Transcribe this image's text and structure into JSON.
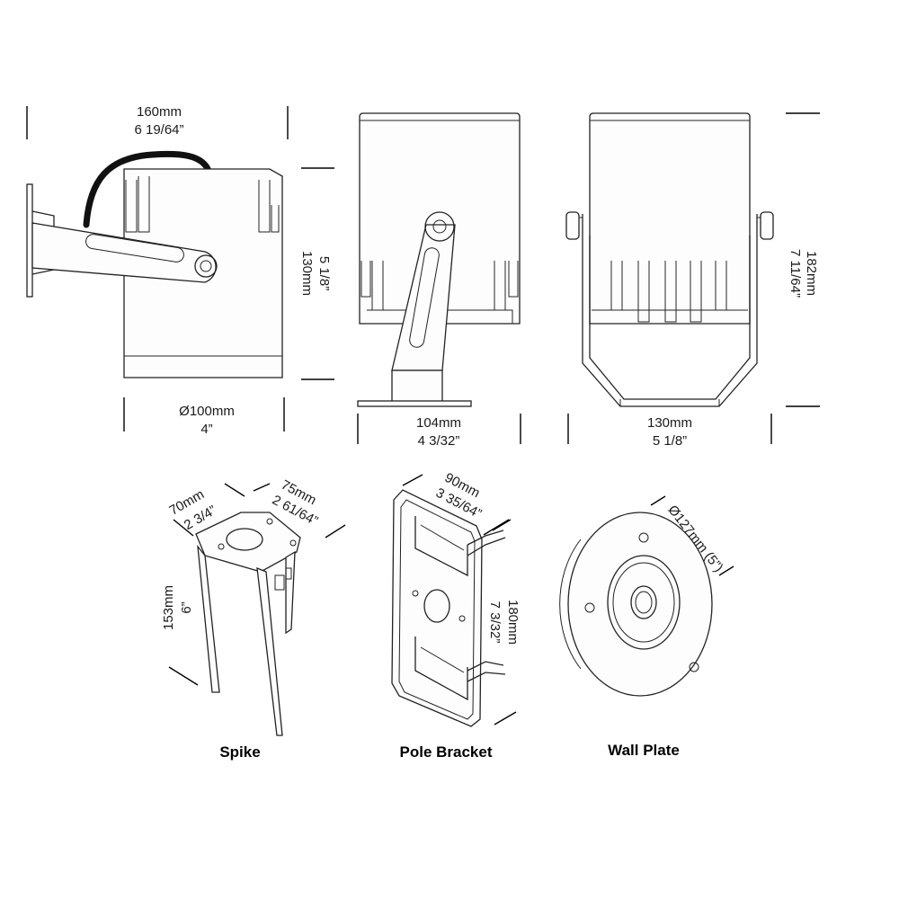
{
  "dimensions": {
    "side_width_mm": "160mm",
    "side_width_in": "6 19/64”",
    "side_height_mm": "130mm",
    "side_height_in": "5 1/8”",
    "side_diameter_mm": "Ø100mm",
    "side_diameter_in": "4”",
    "front_width_mm": "104mm",
    "front_width_in": "4 3/32”",
    "rear_width_mm": "130mm",
    "rear_width_in": "5 1/8”",
    "rear_height_mm": "182mm",
    "rear_height_in": "7 11/64”",
    "spike_a_mm": "70mm",
    "spike_a_in": "2 3/4”",
    "spike_b_mm": "75mm",
    "spike_b_in": "2 61/64”",
    "spike_h_mm": "153mm",
    "spike_h_in": "6”",
    "pole_w_mm": "90mm",
    "pole_w_in": "3 35/64”",
    "pole_h_mm": "180mm",
    "pole_h_in": "7 3/32”",
    "plate_d": "Ø127mm (5”)"
  },
  "captions": {
    "spike": "Spike",
    "pole_bracket": "Pole Bracket",
    "wall_plate": "Wall Plate"
  },
  "colors": {
    "line": "#222222",
    "cable": "#111111",
    "text": "#1a1a1a"
  }
}
